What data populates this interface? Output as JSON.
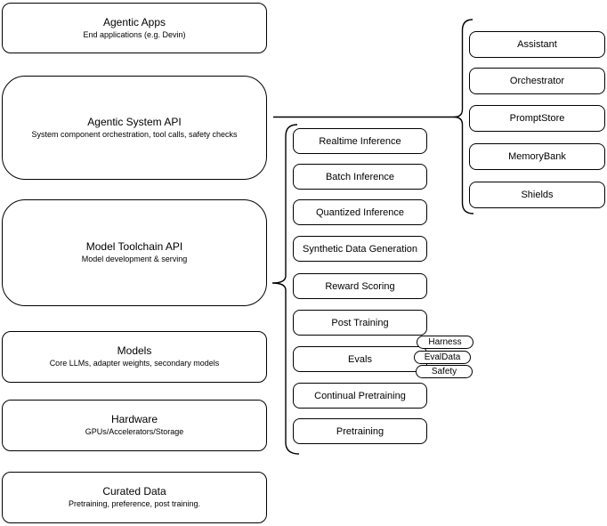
{
  "diagram": {
    "left_stack": [
      {
        "title": "Agentic Apps",
        "subtitle": "End applications (e.g. Devin)"
      },
      {
        "title": "Agentic System API",
        "subtitle": "System component orchestration, tool calls, safety checks"
      },
      {
        "title": "Model Toolchain API",
        "subtitle": "Model development & serving"
      },
      {
        "title": "Models",
        "subtitle": "Core LLMs, adapter weights, secondary models"
      },
      {
        "title": "Hardware",
        "subtitle": "GPUs/Accelerators/Storage"
      },
      {
        "title": "Curated Data",
        "subtitle": "Pretraining, preference, post training."
      }
    ],
    "toolchain_components": [
      "Realtime Inference",
      "Batch Inference",
      "Quantized Inference",
      "Synthetic Data Generation",
      "Reward Scoring",
      "Post Training",
      "Evals",
      "Continual Pretraining",
      "Pretraining"
    ],
    "evals_pills": [
      "Harness",
      "EvalData",
      "Safety"
    ],
    "system_components": [
      "Assistant",
      "Orchestrator",
      "PromptStore",
      "MemoryBank",
      "Shields"
    ],
    "colors": {
      "stroke": "#000000",
      "background": "#ffffff"
    }
  }
}
